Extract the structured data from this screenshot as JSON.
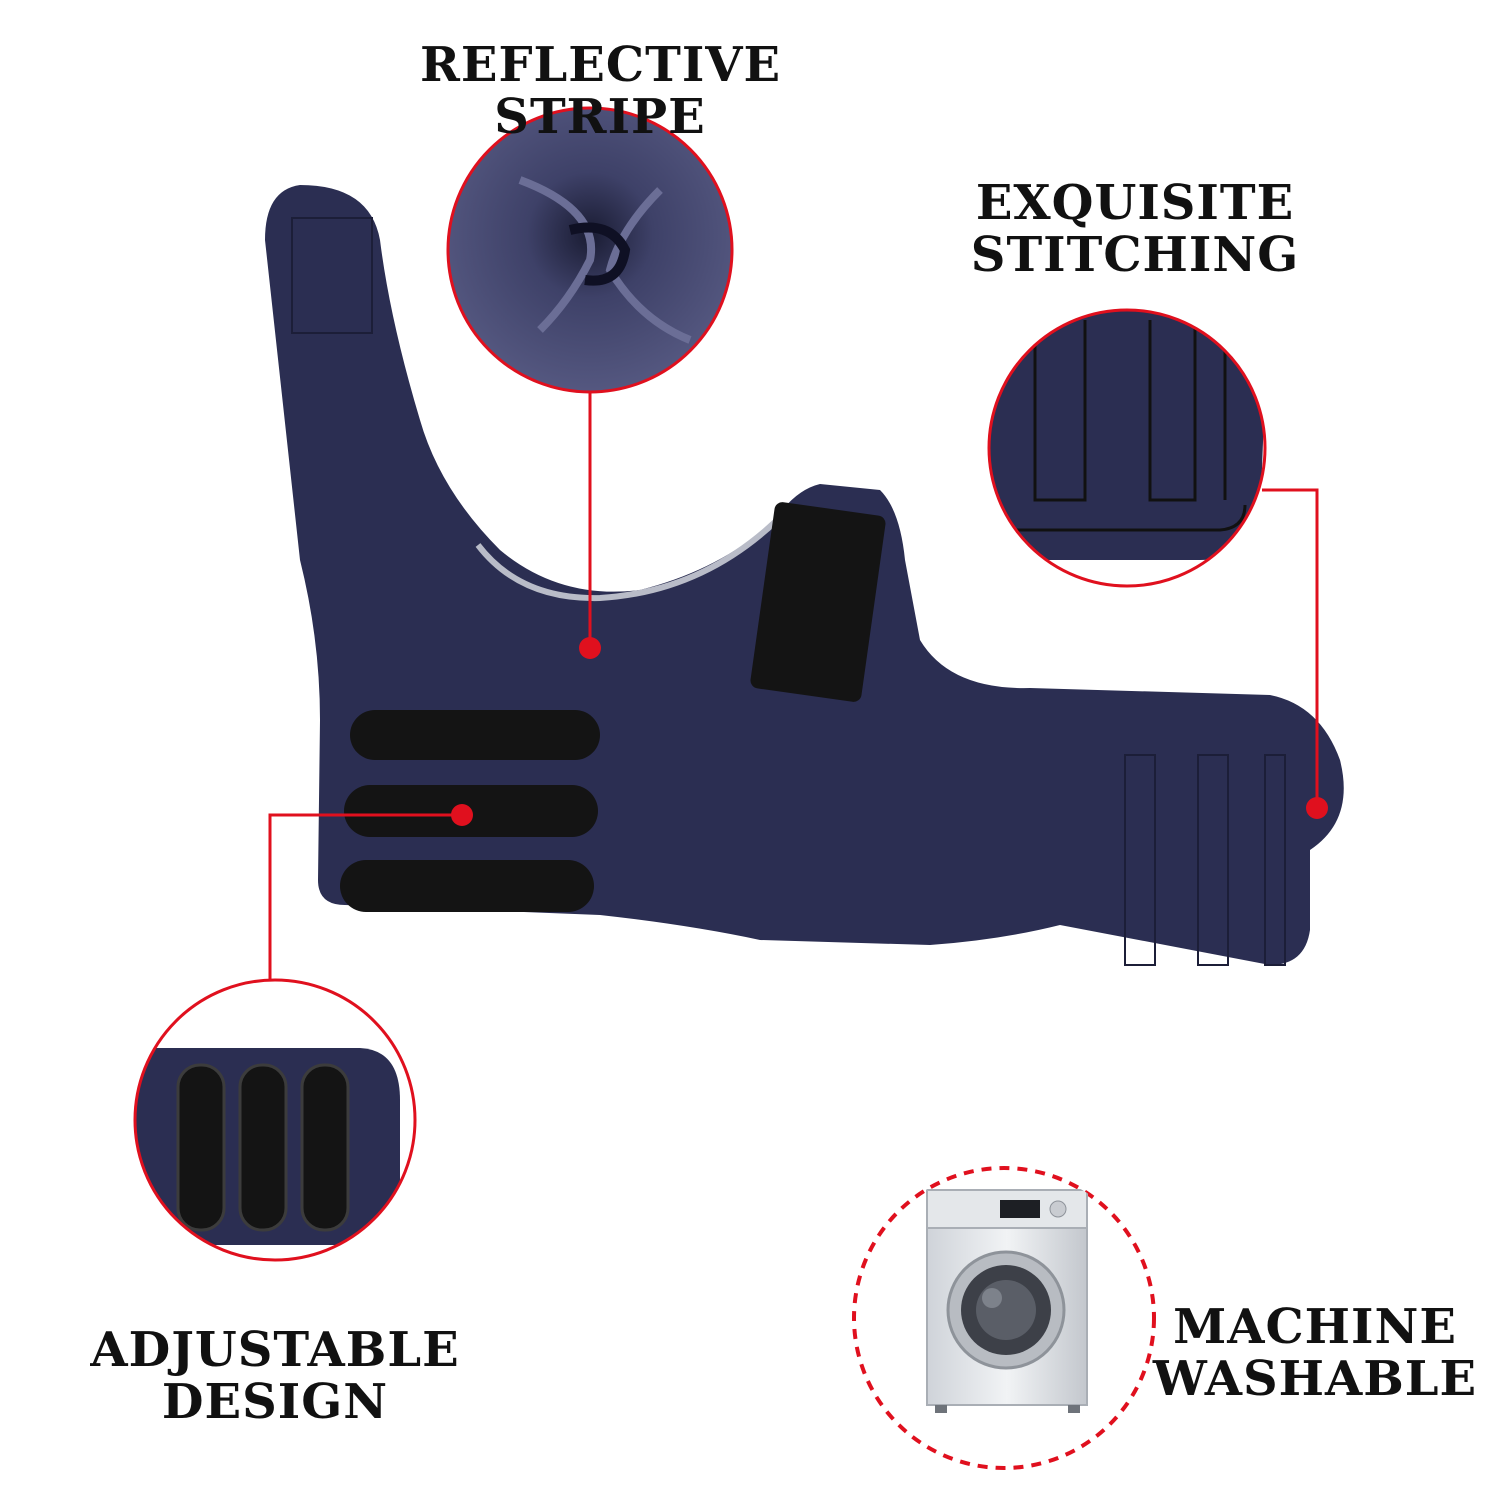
{
  "features": {
    "reflective": {
      "line1": "REFLECTIVE",
      "line2": "STRIPE"
    },
    "stitching": {
      "line1": "EXQUISITE",
      "line2": "STITCHING"
    },
    "adjustable": {
      "line1": "ADJUSTABLE",
      "line2": "DESIGN"
    },
    "washable": {
      "line1": "MACHINE",
      "line2": "WASHABLE"
    }
  },
  "colors": {
    "vest": "#2b2e52",
    "accent": "#e0101e",
    "velcro": "#141414",
    "background": "#ffffff"
  }
}
